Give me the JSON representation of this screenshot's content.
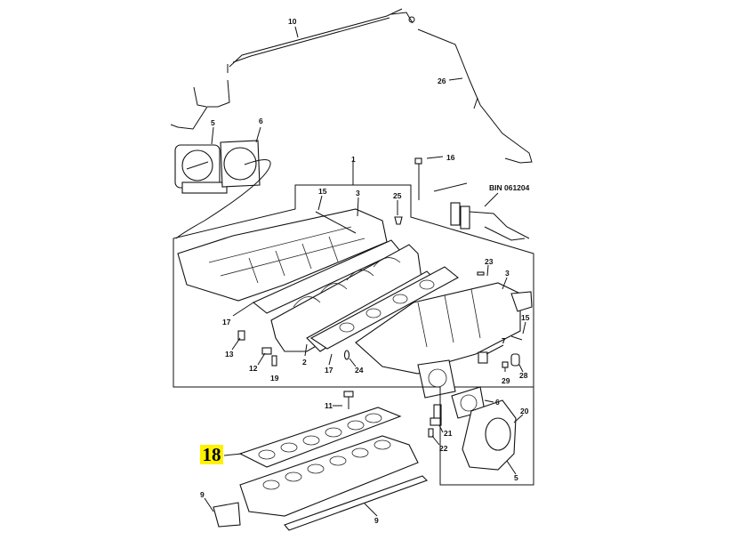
{
  "diagram": {
    "title": "Intake manifold assembly exploded view",
    "reference_code": "BIN 061204",
    "highlighted_callout": {
      "label": "18",
      "highlight_color": "#fff200"
    },
    "callouts": [
      {
        "id": "c10",
        "label": "10"
      },
      {
        "id": "c26",
        "label": "26"
      },
      {
        "id": "c5a",
        "label": "5"
      },
      {
        "id": "c6a",
        "label": "6"
      },
      {
        "id": "c1",
        "label": "1"
      },
      {
        "id": "c16",
        "label": "16"
      },
      {
        "id": "c15a",
        "label": "15"
      },
      {
        "id": "c3a",
        "label": "3"
      },
      {
        "id": "c25",
        "label": "25"
      },
      {
        "id": "c23",
        "label": "23"
      },
      {
        "id": "c3b",
        "label": "3"
      },
      {
        "id": "c15b",
        "label": "15"
      },
      {
        "id": "c17a",
        "label": "17"
      },
      {
        "id": "c13",
        "label": "13"
      },
      {
        "id": "c12",
        "label": "12"
      },
      {
        "id": "c19",
        "label": "19"
      },
      {
        "id": "c2",
        "label": "2"
      },
      {
        "id": "c17b",
        "label": "17"
      },
      {
        "id": "c24",
        "label": "24"
      },
      {
        "id": "c7",
        "label": "7"
      },
      {
        "id": "c29",
        "label": "29"
      },
      {
        "id": "c28",
        "label": "28"
      },
      {
        "id": "c11",
        "label": "11"
      },
      {
        "id": "c6b",
        "label": "6"
      },
      {
        "id": "c20",
        "label": "20"
      },
      {
        "id": "c21",
        "label": "21"
      },
      {
        "id": "c22",
        "label": "22"
      },
      {
        "id": "c5b",
        "label": "5"
      },
      {
        "id": "c9a",
        "label": "9"
      },
      {
        "id": "c9b",
        "label": "9"
      }
    ]
  }
}
